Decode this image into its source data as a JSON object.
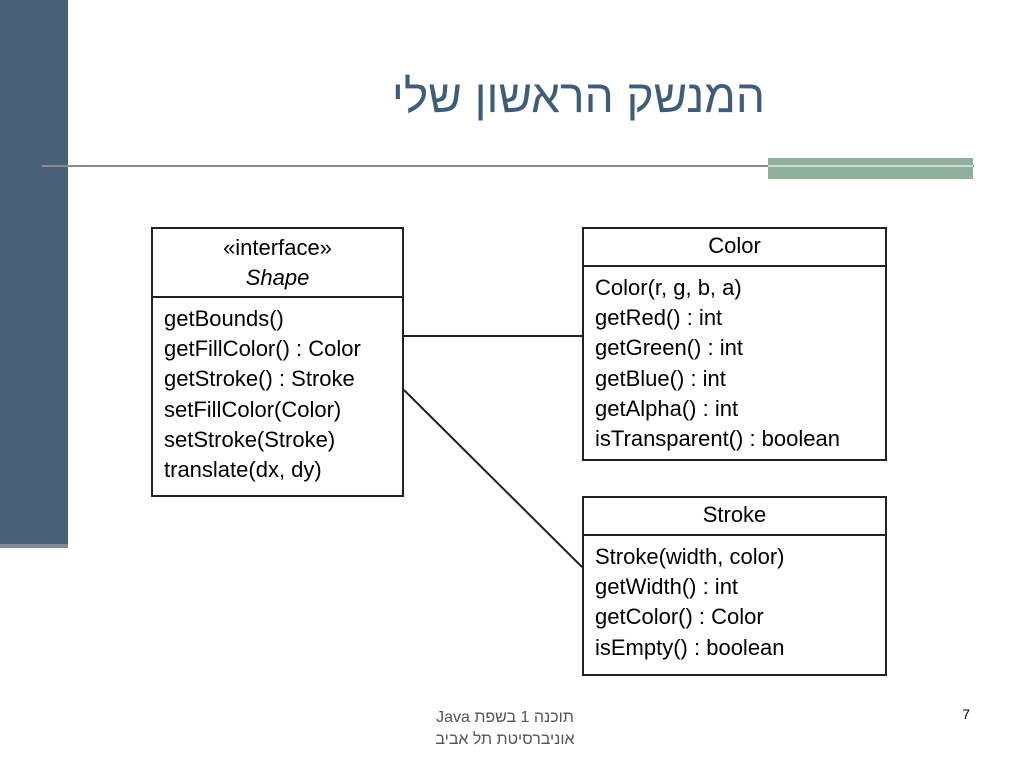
{
  "slide": {
    "title": "המנשק הראשון שלי",
    "page_number": "7",
    "footer_line1": "תוכנה 1 בשפת  Java",
    "footer_line2": "אוניברסיטת תל אביב",
    "colors": {
      "title": "#3f5d78",
      "left_bar": "#4a6078",
      "accent": "#8fae9e"
    }
  },
  "diagram": {
    "shape": {
      "stereotype": "«interface»",
      "name": "Shape",
      "members": [
        "getBounds()",
        "getFillColor() : Color",
        "getStroke() : Stroke",
        "setFillColor(Color)",
        "setStroke(Stroke)",
        "translate(dx, dy)"
      ]
    },
    "color": {
      "name": "Color",
      "members": [
        "Color(r, g, b, a)",
        "getRed() : int",
        "getGreen() : int",
        "getBlue() : int",
        "getAlpha() : int",
        "isTransparent() : boolean"
      ]
    },
    "stroke": {
      "name": "Stroke",
      "members": [
        "Stroke(width, color)",
        "getWidth() : int",
        "getColor() : Color",
        "isEmpty() : boolean"
      ]
    }
  }
}
